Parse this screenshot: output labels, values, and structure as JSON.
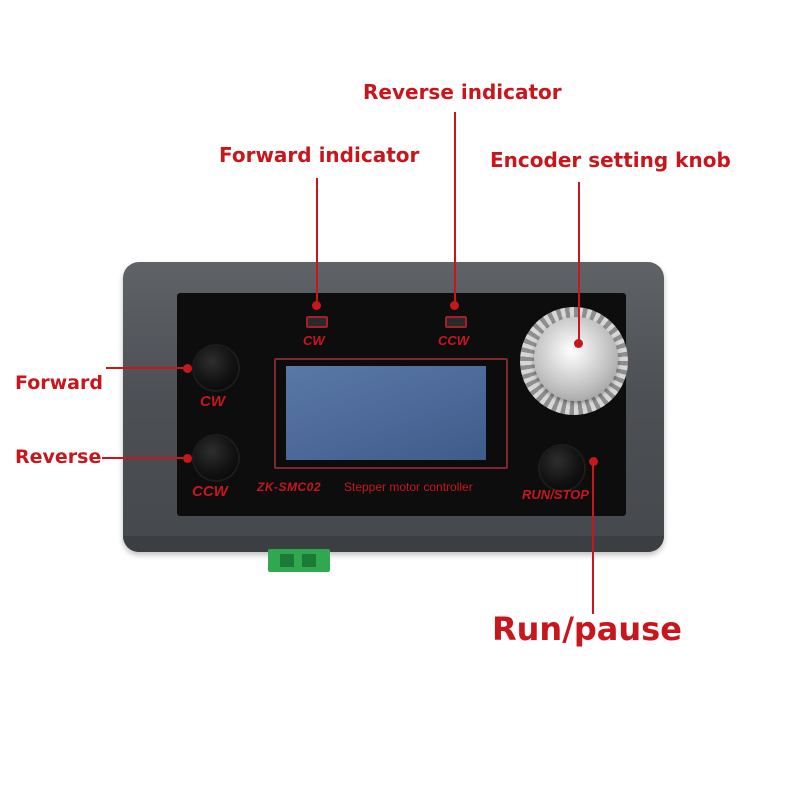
{
  "callouts": {
    "reverse_indicator": "Reverse indicator",
    "forward_indicator": "Forward indicator",
    "encoder_knob": "Encoder setting knob",
    "forward": "Forward",
    "reverse": "Reverse",
    "run_pause": "Run/pause"
  },
  "panel": {
    "cw_led_label": "CW",
    "ccw_led_label": "CCW",
    "cw_button_label": "CW",
    "ccw_button_label": "CCW",
    "run_stop_label": "RUN/STOP",
    "model": "ZK-SMC02",
    "product_name": "Stepper motor controller"
  },
  "colors": {
    "callout_red": "#c8161d",
    "housing_gray": "#55585c",
    "panel_black": "#0d0d0e",
    "lcd_blue": "#4a6797",
    "terminal_green": "#2fa84f"
  }
}
